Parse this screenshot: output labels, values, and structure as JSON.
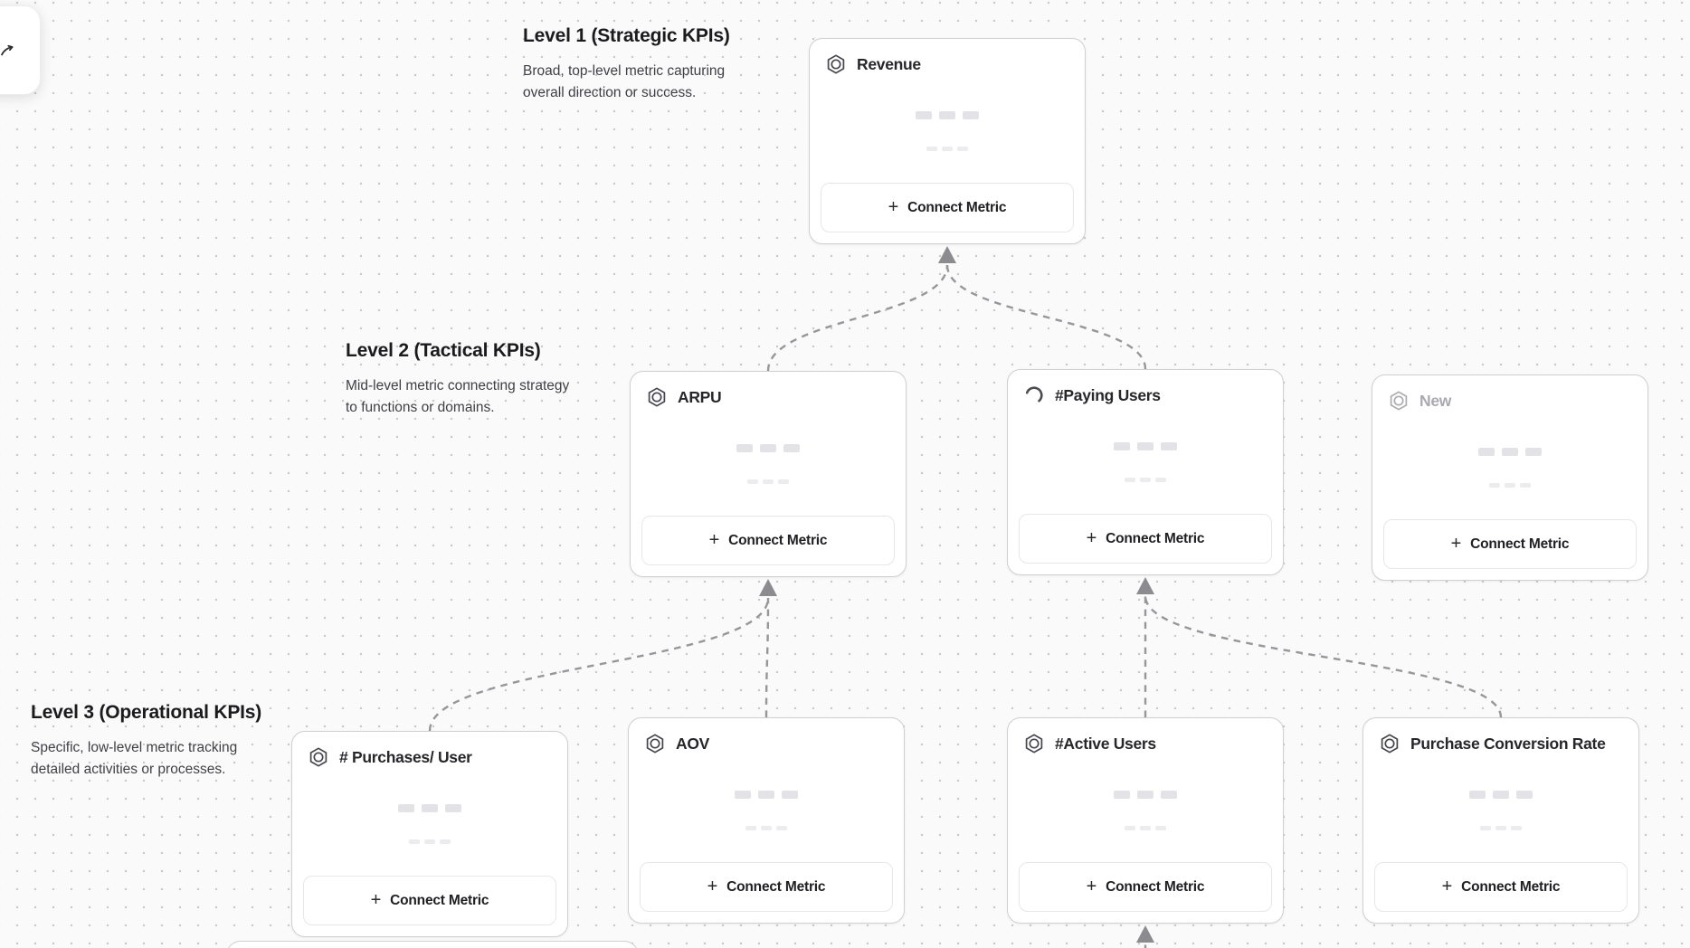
{
  "canvas": {
    "levels": [
      {
        "id": "level1",
        "title": "Level 1 (Strategic KPIs)",
        "description": "Broad, top-level metric capturing overall direction or success."
      },
      {
        "id": "level2",
        "title": "Level 2 (Tactical KPIs)",
        "description": "Mid-level metric connecting strategy to functions or domains."
      },
      {
        "id": "level3",
        "title": "Level 3 (Operational KPIs)",
        "description": "Specific, low-level metric tracking detailed activities or processes."
      }
    ],
    "cards": [
      {
        "id": "revenue",
        "title": "Revenue",
        "icon": "metric-hexagon-icon",
        "state": "default",
        "level": 1
      },
      {
        "id": "arpu",
        "title": "ARPU",
        "icon": "metric-hexagon-icon",
        "state": "default",
        "level": 2
      },
      {
        "id": "paying-users",
        "title": "#Paying Users",
        "icon": "spinner-icon",
        "state": "loading",
        "level": 2
      },
      {
        "id": "new",
        "title": "New",
        "icon": "metric-hexagon-icon",
        "state": "muted",
        "level": 2
      },
      {
        "id": "purchases-per-user",
        "title": "# Purchases/ User",
        "icon": "metric-hexagon-icon",
        "state": "default",
        "level": 3
      },
      {
        "id": "aov",
        "title": "AOV",
        "icon": "metric-hexagon-icon",
        "state": "default",
        "level": 3
      },
      {
        "id": "active-users",
        "title": "#Active Users",
        "icon": "metric-hexagon-icon",
        "state": "default",
        "level": 3
      },
      {
        "id": "purchase-conversion-rate",
        "title": "Purchase Conversion Rate",
        "icon": "metric-hexagon-icon",
        "state": "default",
        "level": 3
      }
    ],
    "connect_button": {
      "plus": "+",
      "label": "Connect Metric"
    },
    "connections": [
      {
        "from": "arpu",
        "to": "revenue"
      },
      {
        "from": "paying-users",
        "to": "revenue"
      },
      {
        "from": "purchases-per-user",
        "to": "arpu"
      },
      {
        "from": "aov",
        "to": "arpu"
      },
      {
        "from": "active-users",
        "to": "paying-users"
      },
      {
        "from": "purchase-conversion-rate",
        "to": "paying-users"
      },
      {
        "from": "offscreen-bottom",
        "to": "active-users"
      }
    ],
    "colors": {
      "background": "#fafafa",
      "dot": "#c9c9cd",
      "card_border": "#cfcfd4",
      "connector": "#96969b",
      "muted_text": "#a9a9af"
    }
  },
  "toolbar": {
    "tool_icon": "cursor-tool-icon"
  }
}
